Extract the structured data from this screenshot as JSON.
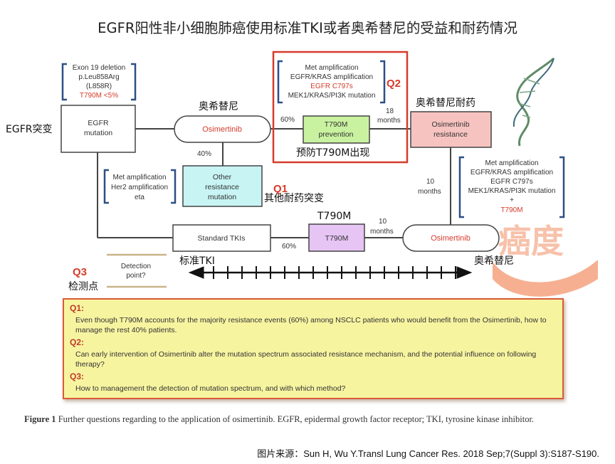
{
  "title": "EGFR阳性非小细胞肺癌使用标准TKI或者奥希替尼的受益和耐药情况",
  "boxes": {
    "egfr_mutation": {
      "line1": "EGFR",
      "line2": "mutation"
    },
    "osimertinib_top": "Osimertinib",
    "t790m_prevention": {
      "line1": "T790M",
      "line2": "prevention"
    },
    "osimertinib_resistance": {
      "line1": "Osimertinib",
      "line2": "resistance"
    },
    "other_resistance": {
      "line1": "Other",
      "line2": "resistance",
      "line3": "mutation"
    },
    "standard_tkis": "Standard TKIs",
    "t790m_bottom": "T790M",
    "osimertinib_bottom": "Osimertinib"
  },
  "brackets": {
    "exon19": [
      "Exon 19 deletion",
      "p.Leu858Arg",
      "(L858R)",
      "T790M <5%"
    ],
    "met_left": [
      "Met amplification",
      "Her2 amplification",
      "eta"
    ],
    "top_center": [
      "Met amplification",
      "EGFR/KRAS amplification",
      "EGFR C797s",
      "MEK1/KRAS/PI3K mutation"
    ],
    "right": [
      "Met amplification",
      "EGFR/KRAS amplification",
      "EGFR C797s",
      "MEK1/KRAS/PI3K mutation",
      "+",
      "T790M"
    ]
  },
  "labels": {
    "egfr_tubian": "EGFR突变",
    "aoxi_top": "奥希替尼",
    "aoxi_naiyao": "奥希替尼耐药",
    "yufang": "预防T790M出现",
    "qita": "其他耐药突变",
    "biaozhun": "标准TKI",
    "aoxi_bottom": "奥希替尼",
    "t790m_label": "T790M",
    "jiancedian": "检测点",
    "detection": [
      "Detection",
      "point?"
    ],
    "pct_60_top": "60%",
    "pct_40": "40%",
    "pct_60_bottom": "60%",
    "months_18": [
      "18",
      "months"
    ],
    "months_10_right": [
      "10",
      "months"
    ],
    "months_10_bottom": [
      "10",
      "months"
    ],
    "q1": "Q1",
    "q2": "Q2",
    "q3": "Q3",
    "watermark": "癌度"
  },
  "questions": [
    {
      "label": "Q1:",
      "text": "Even though T790M accounts for the majority resistance events (60%) among NSCLC patients who would benefit from the Osimertinib, how to manage the rest 40% patients."
    },
    {
      "label": "Q2:",
      "text": "Can early intervention of Osimertinib alter the mutation spectrum associated resistance mechanism, and the potential influence on following therapy?"
    },
    {
      "label": "Q3:",
      "text": "How to management the detection of mutation spectrum, and with which method?"
    }
  ],
  "caption": {
    "figure_label": "Figure 1",
    "text": "Further questions regarding to the application of osimertinib. EGFR, epidermal growth factor receptor; TKI, tyrosine kinase inhibitor."
  },
  "source": {
    "prefix": "图片来源：",
    "text": "Sun H, Wu Y.Transl Lung Cancer Res. 2018 Sep;7(Suppl 3):S187-S190."
  },
  "colors": {
    "accent_red": "#d63b2c",
    "green_box": "#c9f2a0",
    "pink_box": "#f6c3c0",
    "cyan_box": "#c8f4f4",
    "purple_box": "#e6c4f4",
    "bracket_blue": "#2d4f86",
    "question_bg": "#f7f4a0"
  }
}
